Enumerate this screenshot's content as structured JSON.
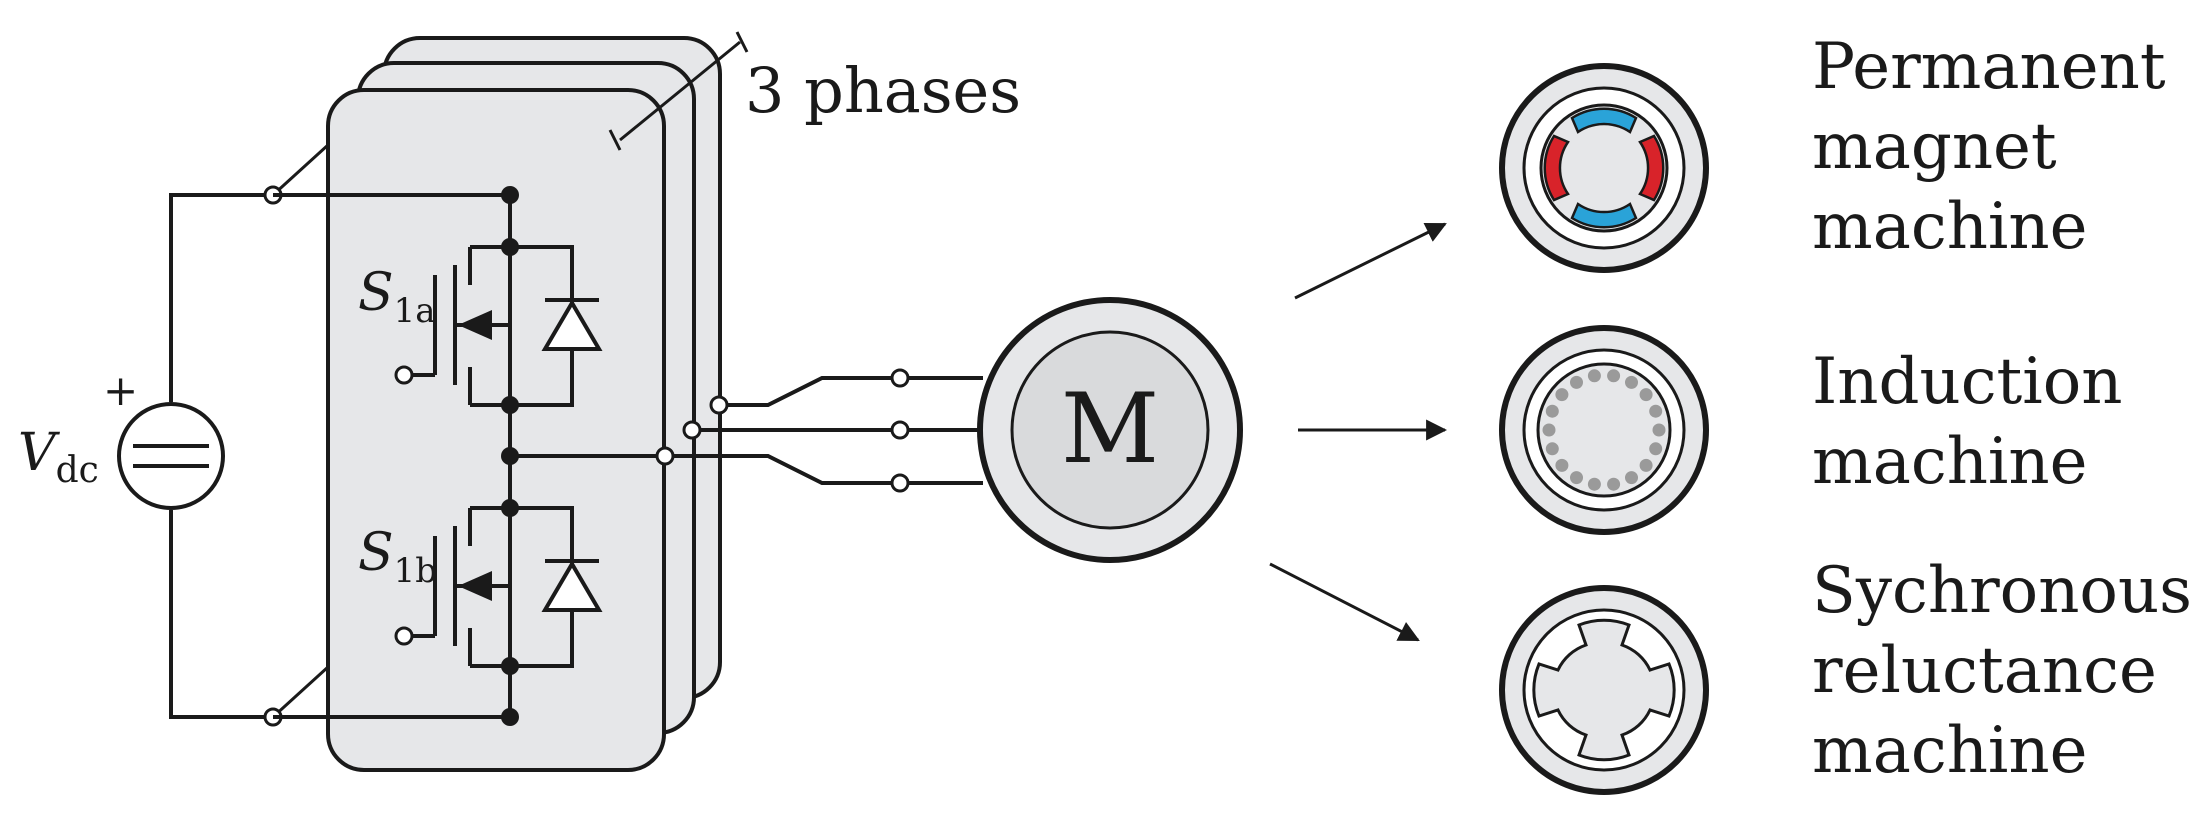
{
  "diagram": {
    "source": {
      "symbol": "V",
      "subscript": "dc",
      "polarity": "+"
    },
    "inverter": {
      "phase_label": "3 phases",
      "switches": [
        {
          "symbol": "S",
          "subscript": "1a"
        },
        {
          "symbol": "S",
          "subscript": "1b"
        }
      ]
    },
    "motor": {
      "label": "M"
    },
    "machines": [
      {
        "line1": "Permanent",
        "line2": "magnet",
        "line3": "machine",
        "icon": "permanent-magnet-rotor-icon"
      },
      {
        "line1": "Induction",
        "line2": "machine",
        "line3": "",
        "icon": "induction-rotor-icon"
      },
      {
        "line1": "Sychronous",
        "line2": "reluctance",
        "line3": "machine",
        "icon": "reluctance-rotor-icon"
      }
    ],
    "colors": {
      "stroke": "#1a1a1a",
      "panel_fill": "#e6e7e9",
      "motor_fill": "#d9dadc",
      "magnet_north": "#d8232a",
      "magnet_south": "#2aa3d8",
      "bar_fill": "#9a9a9a"
    }
  }
}
